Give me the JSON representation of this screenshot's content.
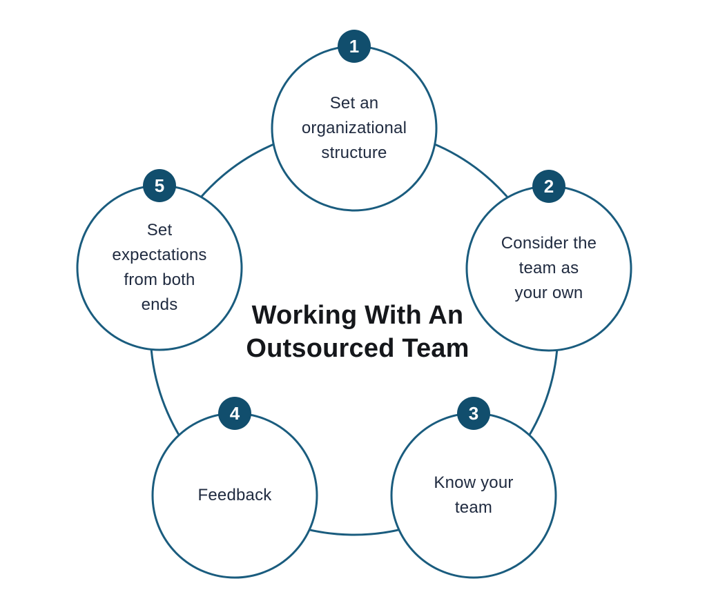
{
  "diagram": {
    "title": "Working With An\nOutsourced Team",
    "nodes": [
      {
        "number": "1",
        "label": "Set an\norganizational\nstructure"
      },
      {
        "number": "2",
        "label": "Consider the\nteam as\nyour own"
      },
      {
        "number": "3",
        "label": "Know your\nteam"
      },
      {
        "number": "4",
        "label": "Feedback"
      },
      {
        "number": "5",
        "label": "Set\nexpectations\nfrom both\nends"
      }
    ],
    "colors": {
      "ring_stroke": "#1a5c7e",
      "badge_fill": "#114e6d",
      "badge_text": "#ffffff",
      "node_text": "#202b40",
      "title_text": "#15171b",
      "background": "#ffffff"
    }
  }
}
